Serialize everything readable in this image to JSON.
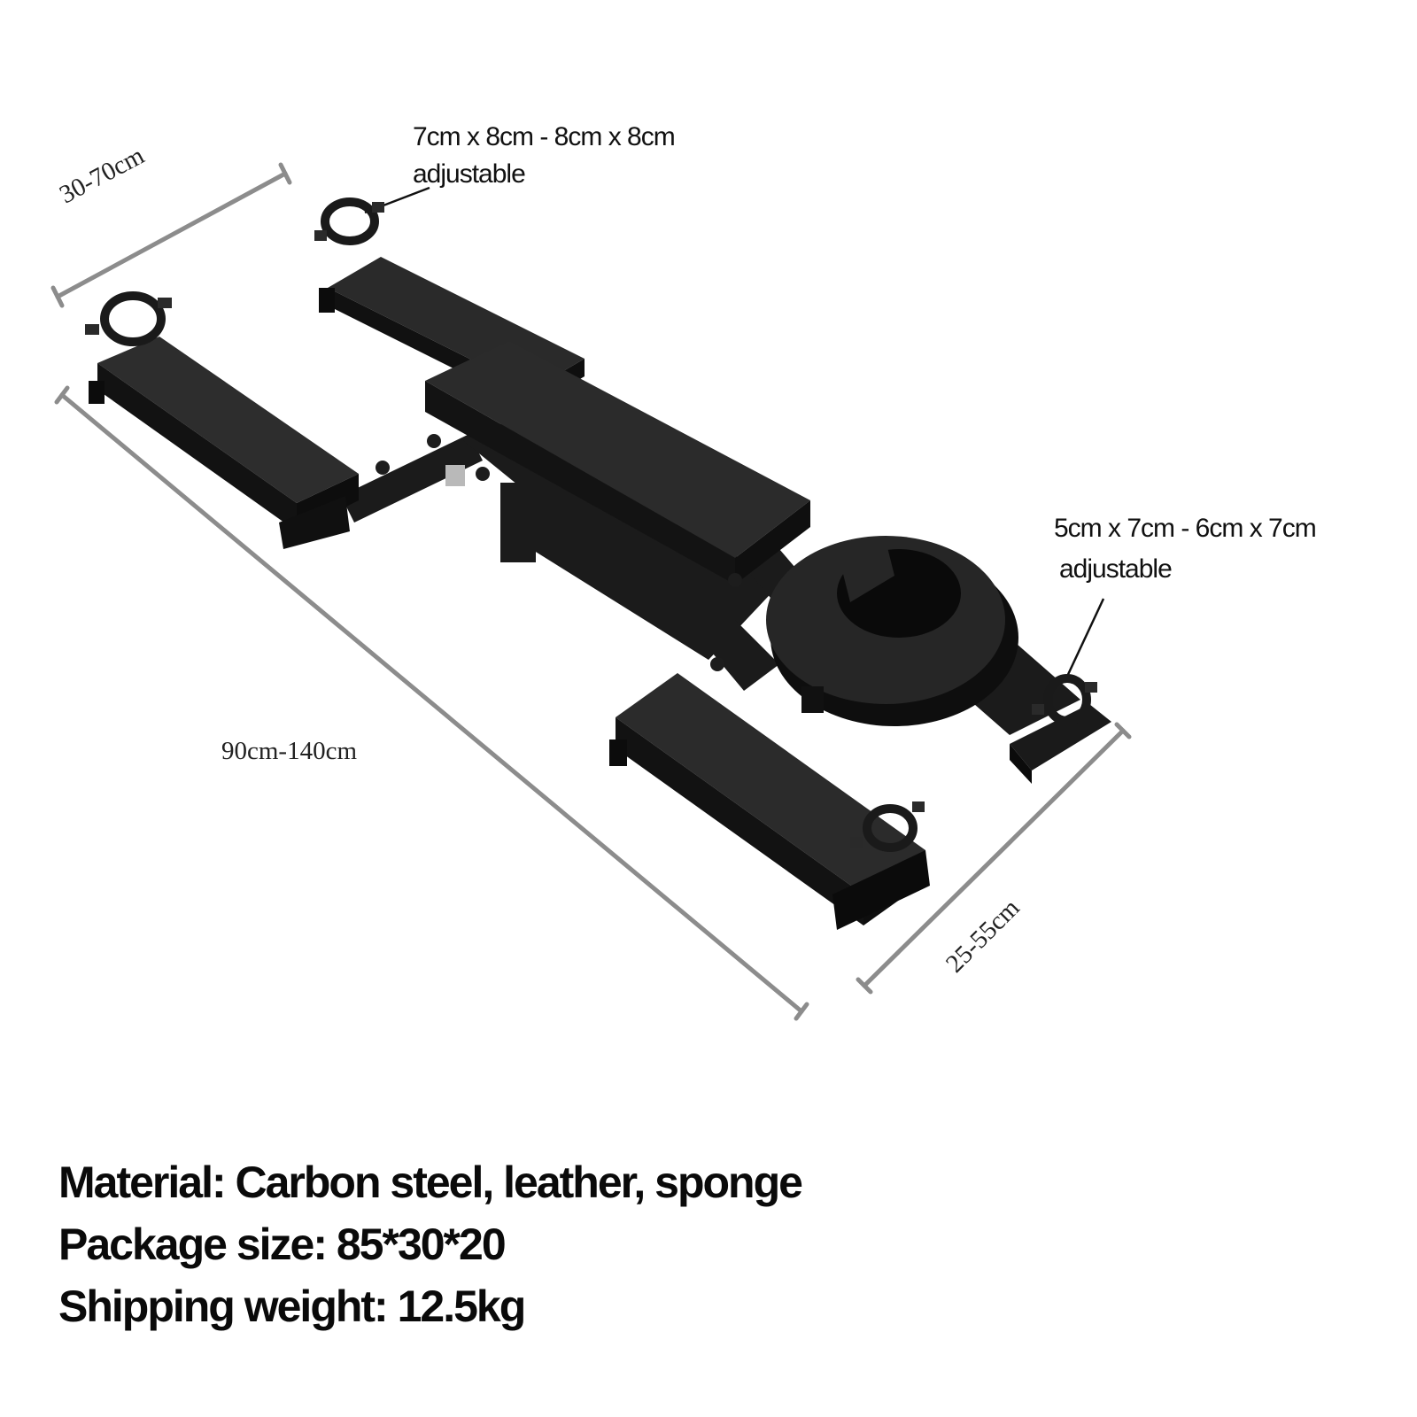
{
  "dimensions": {
    "arm_spacing": "30-70cm",
    "total_length": "90cm-140cm",
    "leg_spacing": "25-55cm"
  },
  "clamps": {
    "upper_size": "7cm x 8cm - 8cm x 8cm",
    "upper_note": "adjustable",
    "lower_size": "5cm x 7cm - 6cm x 7cm",
    "lower_note": "adjustable"
  },
  "specs": {
    "material": "Material: Carbon steel, leather, sponge",
    "package_size": "Package size: 85*30*20",
    "shipping_weight": "Shipping weight: 12.5kg"
  },
  "colors": {
    "product": "#1e1e1e",
    "product_highlight": "#3a3a3a",
    "dimension_line": "#8c8c8c"
  }
}
